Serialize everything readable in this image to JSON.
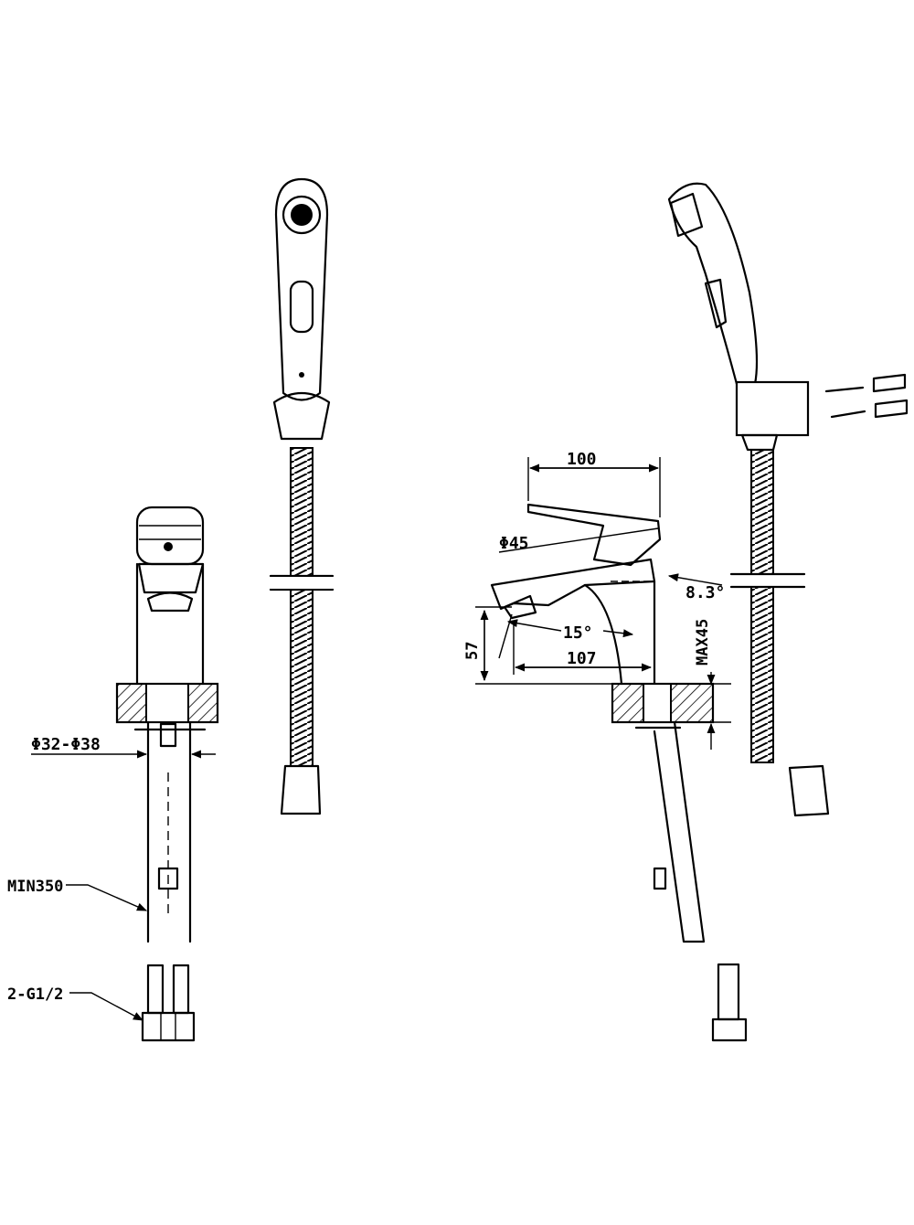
{
  "labels": {
    "width_100": "100",
    "dia_45": "Φ45",
    "angle_83": "8.3°",
    "angle_15": "15°",
    "len_107": "107",
    "height_57": "57",
    "max45": "MAX45",
    "dia_range": "Φ32-Φ38",
    "min350": "MIN350",
    "thread": "2-G1/2"
  }
}
